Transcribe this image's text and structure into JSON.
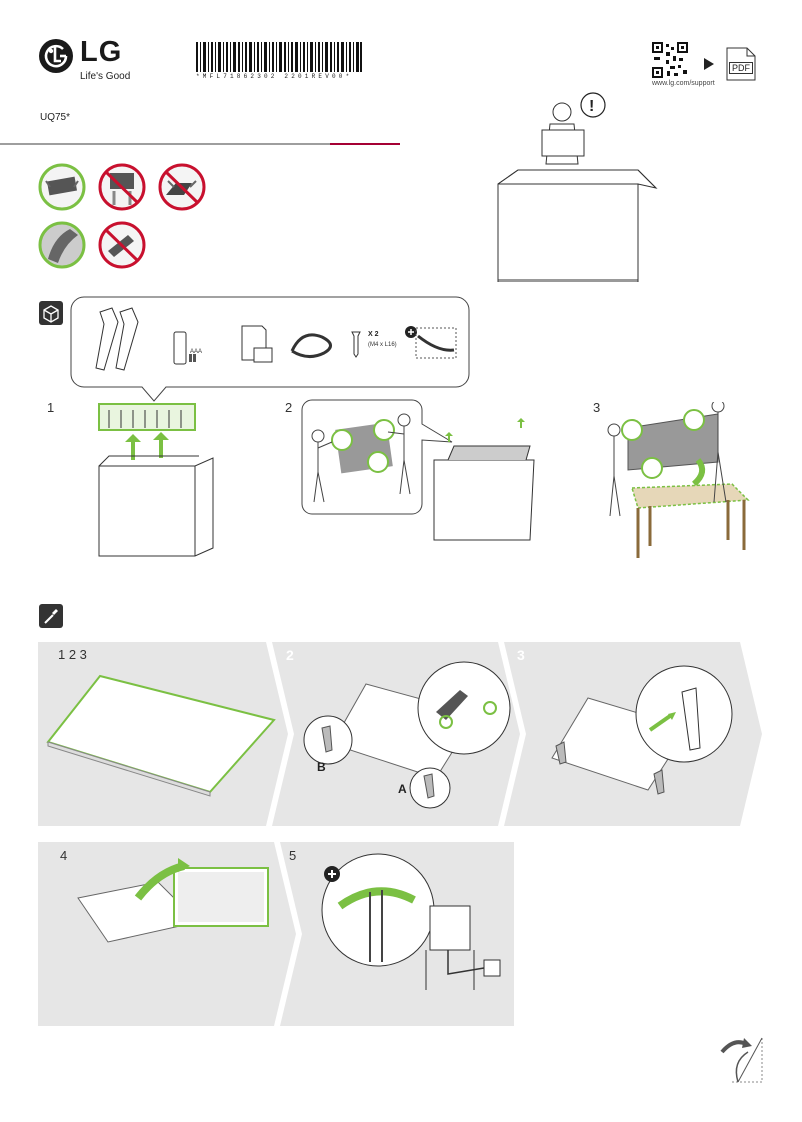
{
  "brand": {
    "name": "LG",
    "tagline": "Life's Good"
  },
  "barcode_text": "*MFL71862302 2201REV00*",
  "model": "UQ75*",
  "support": {
    "url": "www.lg.com/support",
    "pdf_label": "PDF"
  },
  "accessories": {
    "remote_battery": "AAA",
    "screw_count": "X 2",
    "screw_spec": "(M4 x L16)"
  },
  "unpack_steps": [
    "1",
    "2",
    "3"
  ],
  "assembly_panels": [
    "1 2 3",
    "2",
    "3",
    "4",
    "5"
  ],
  "labels": {
    "a": "A",
    "b": "B"
  },
  "colors": {
    "accent_green": "#7bc043",
    "brand_red": "#a50034",
    "panel_gray": "#e6e6e6"
  }
}
